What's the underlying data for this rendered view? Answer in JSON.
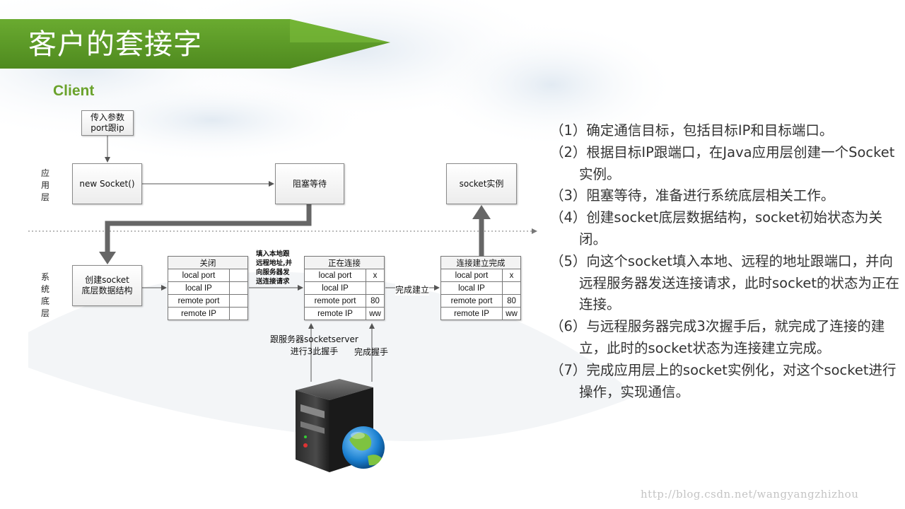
{
  "header": {
    "title": "客户的套接字"
  },
  "diagram": {
    "client_label": "Client",
    "layers": {
      "app": [
        "应",
        "用",
        "层"
      ],
      "system": [
        "系",
        "统",
        "底",
        "层"
      ]
    },
    "boxes": {
      "input": [
        "传入参数",
        "port跟ip"
      ],
      "new_socket": "new Socket()",
      "blocking": "阻塞等待",
      "socket_instance": "socket实例",
      "create_socket": [
        "创建socket",
        "底层数据结构"
      ]
    },
    "tables": [
      {
        "title": "关闭",
        "rows": [
          [
            "local  port",
            ""
          ],
          [
            "local  IP",
            ""
          ],
          [
            "remote  port",
            ""
          ],
          [
            "remote  IP",
            ""
          ]
        ]
      },
      {
        "title": "正在连接",
        "rows": [
          [
            "local  port",
            "x"
          ],
          [
            "local  IP",
            ""
          ],
          [
            "remote  port",
            "80"
          ],
          [
            "remote  IP",
            "ww"
          ]
        ]
      },
      {
        "title": "连接建立完成",
        "rows": [
          [
            "local  port",
            "x"
          ],
          [
            "local  IP",
            ""
          ],
          [
            "remote  port",
            "80"
          ],
          [
            "remote  IP",
            "ww"
          ]
        ]
      }
    ],
    "fill_note": [
      "填入本地跟",
      "远程地址,并",
      "向服务器发",
      "送连接请求"
    ],
    "complete_label": "完成建立",
    "handshake_label": [
      "跟服务器socketserver",
      "进行3此握手"
    ],
    "handshake_done": "完成握手",
    "server_icon": "server-icon",
    "globe_icon": "globe-icon"
  },
  "steps": [
    "（1）确定通信目标，包括目标IP和目标端口。",
    "（2）根据目标IP跟端口，在Java应用层创建一个Socket实例。",
    "（3）阻塞等待，准备进行系统底层相关工作。",
    "（4）创建socket底层数据结构，socket初始状态为关闭。",
    "（5）向这个socket填入本地、远程的地址跟端口，并向远程服务器发送连接请求，此时socket的状态为正在连接。",
    "（6）与远程服务器完成3次握手后，就完成了连接的建立，此时的socket状态为连接建立完成。",
    "（7）完成应用层上的socket实例化，对这个socket进行操作，实现通信。"
  ],
  "footer": {
    "watermark": "http://blog.csdn.net/wangyangzhizhou"
  },
  "colors": {
    "banner": "#5a9626",
    "client": "#6aa22b",
    "arrow": "#666666"
  }
}
